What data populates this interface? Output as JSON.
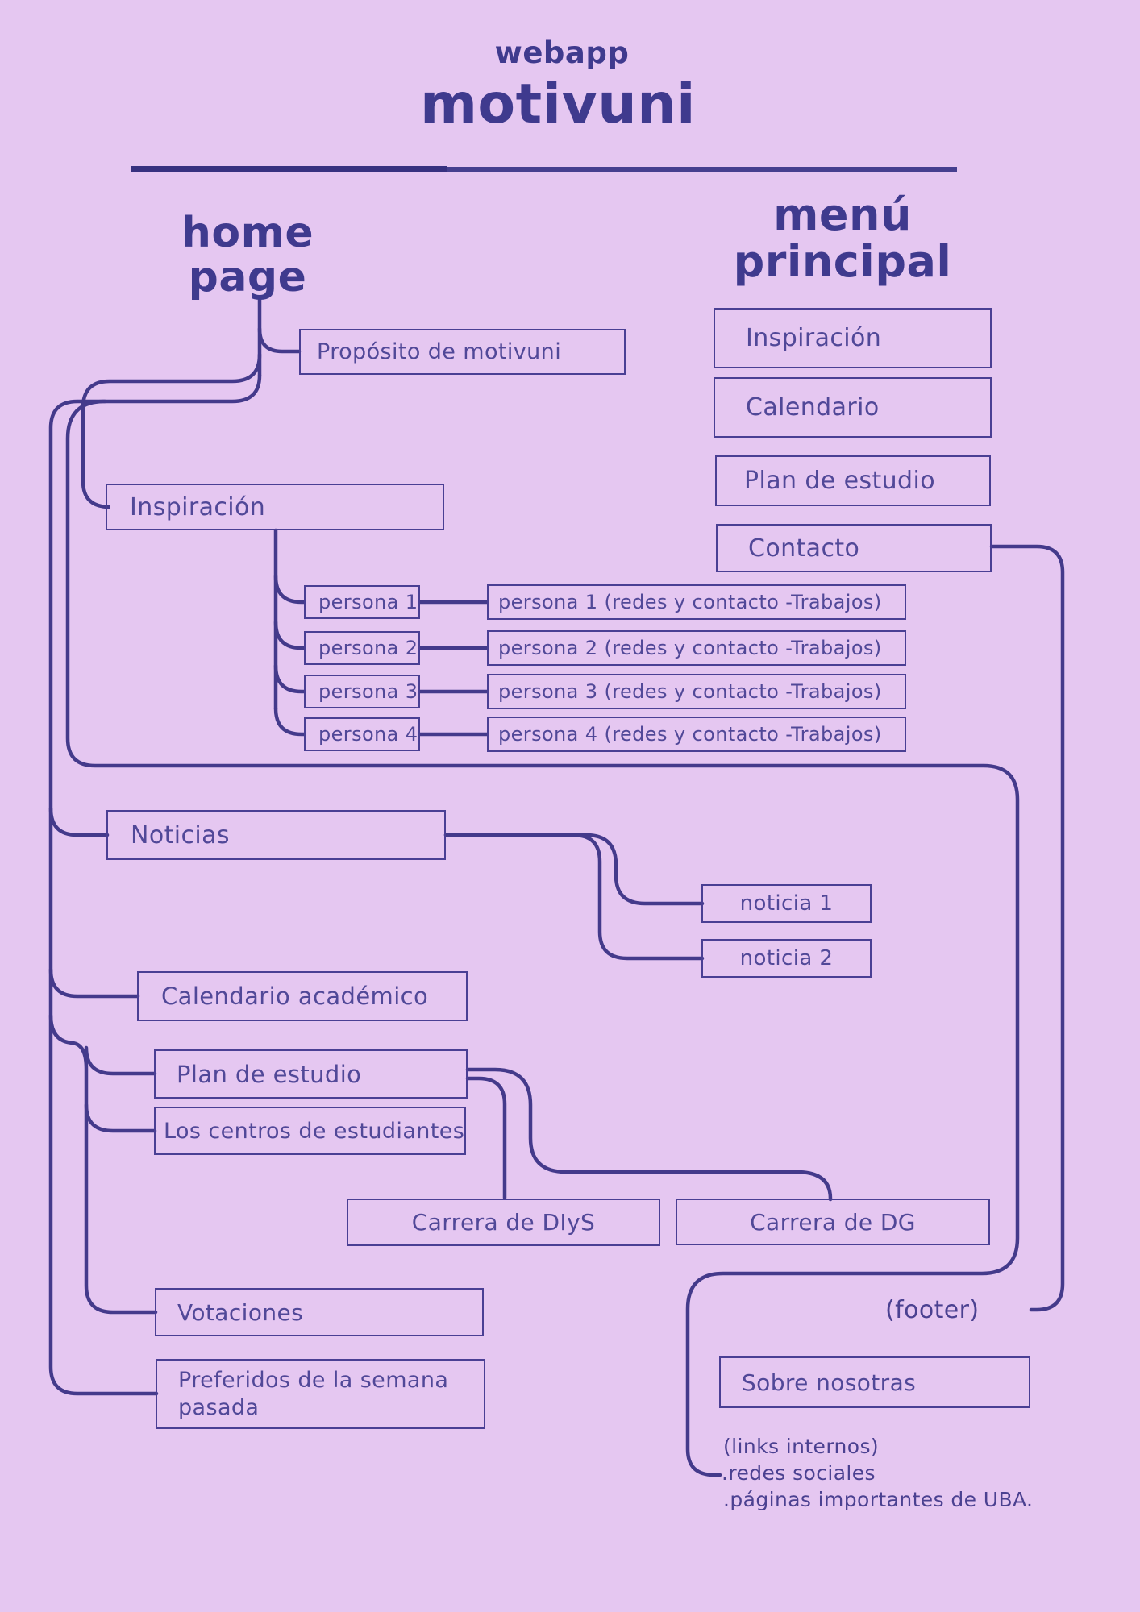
{
  "colors": {
    "background": "#e5c7f1",
    "line": "#443a8b",
    "box_border": "#4a3f94",
    "box_text": "#514898",
    "heading_text": "#3f3a8e"
  },
  "header": {
    "kicker": "webapp",
    "title": "motivuni"
  },
  "headings": {
    "home_line1": "home",
    "home_line2": "page",
    "menu_line1": "menú",
    "menu_line2": "principal"
  },
  "home": {
    "proposito": "Propósito de motivuni",
    "inspiracion": "Inspiración",
    "personas": [
      "persona 1",
      "persona 2",
      "persona 3",
      "persona 4"
    ],
    "persona_details": [
      "persona 1 (redes y contacto -Trabajos)",
      "persona 2 (redes y contacto -Trabajos)",
      "persona 3 (redes y contacto -Trabajos)",
      "persona 4 (redes y contacto -Trabajos)"
    ],
    "noticias": "Noticias",
    "noticia_items": [
      "noticia 1",
      "noticia 2"
    ],
    "calendario_academico": "Calendario académico",
    "plan_de_estudio": "Plan de estudio",
    "centros_estudiantes": "Los centros de estudiantes",
    "carrera_diys": "Carrera de DIyS",
    "carrera_dg": "Carrera de DG",
    "votaciones": "Votaciones",
    "preferidos": "Preferidos de la semana pasada"
  },
  "menu": {
    "items": [
      "Inspiración",
      "Calendario",
      "Plan de estudio",
      "Contacto"
    ]
  },
  "footer": {
    "label": "(footer)",
    "sobre_nosotras": "Sobre nosotras",
    "links_title": "(links internos)",
    "link1": ".redes sociales",
    "link2": ".páginas importantes de UBA."
  }
}
